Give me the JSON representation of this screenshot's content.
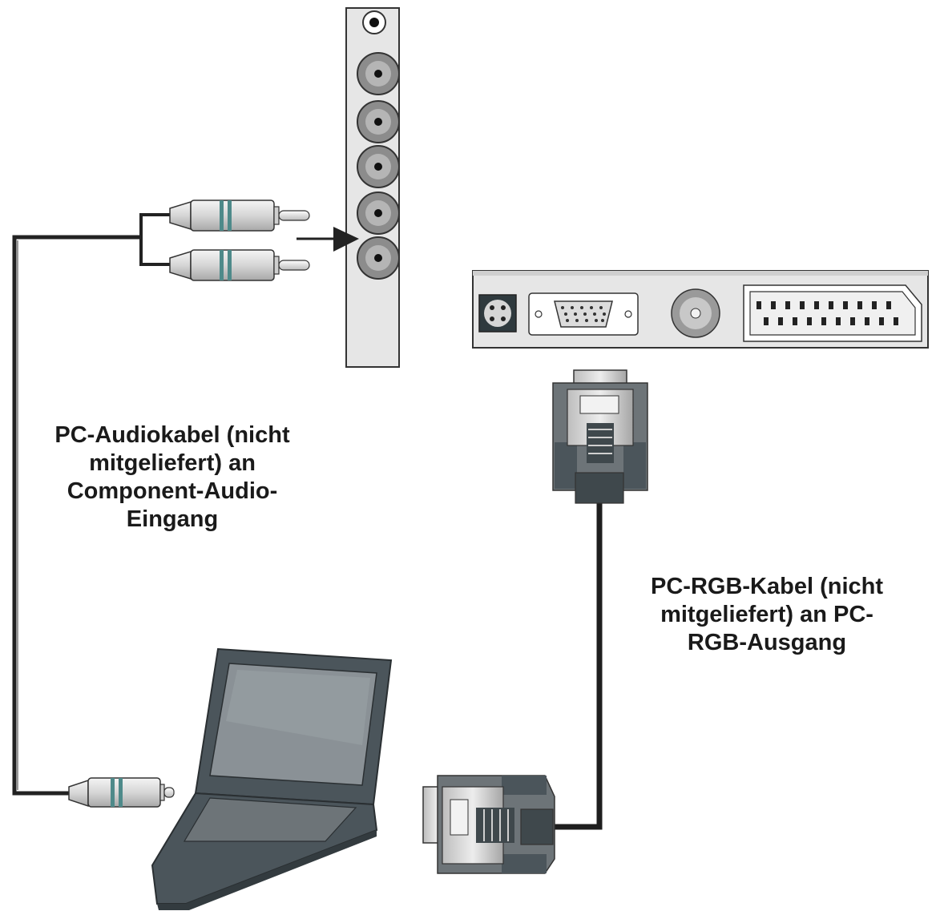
{
  "labels": {
    "audio_cable": {
      "lines": [
        "PC-Audiokabel (nicht",
        "mitgeliefert) an",
        "Component-Audio-",
        "Eingang"
      ]
    },
    "rgb_cable": {
      "lines": [
        "PC-RGB-Kabel (nicht",
        "mitgeliefert) an PC-",
        "RGB-Ausgang"
      ]
    }
  },
  "colors": {
    "outline": "#333333",
    "jack_gray": "#8c8c8c",
    "panel_fill": "#e6e6e6",
    "laptop_dark": "#4b555b",
    "laptop_screen": "#8a9196",
    "plug_teal": "#4e8a8a",
    "cable": "#1e1e1e"
  },
  "icons": [
    "rca-jack-icon",
    "rca-plug-icon",
    "vga-port-icon",
    "svideo-port-icon",
    "antenna-port-icon",
    "scart-port-icon",
    "vga-plug-icon",
    "laptop-icon",
    "arrow-icon"
  ]
}
